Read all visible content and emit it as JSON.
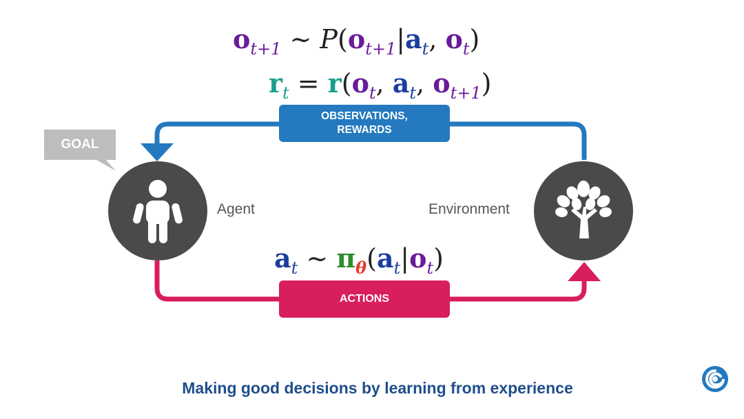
{
  "colors": {
    "observation": "#2479bf",
    "action": "#d81e5b",
    "node": "#4a4a4a",
    "goal": "#bdbdbd",
    "obs_var": "#6a1b9a",
    "act_var": "#1a3e9e",
    "rew_var": "#1a9e8e",
    "theta": "#e53935",
    "pi": "#2e8b2e",
    "caption": "#1f4e8c"
  },
  "formulas": {
    "transition": {
      "o": "o",
      "sub_t1": "t+1",
      "sim": "∼",
      "P": "P",
      "lparen": "(",
      "bar": "|",
      "a": "a",
      "sub_t": "t",
      "comma": ",",
      "rparen": ")"
    },
    "reward": {
      "r": "r",
      "sub_t": "t",
      "eq": "=",
      "lparen": "(",
      "o": "o",
      "a": "a",
      "sub_t1": "t+1",
      "comma": ",",
      "rparen": ")"
    },
    "policy": {
      "a": "a",
      "sub_t": "t",
      "sim": "∼",
      "pi": "π",
      "theta": "θ",
      "lparen": "(",
      "bar": "|",
      "o": "o",
      "rparen": ")"
    }
  },
  "labels": {
    "observations_line1": "OBSERVATIONS,",
    "observations_line2": "REWARDS",
    "actions": "ACTIONS",
    "goal": "GOAL",
    "agent": "Agent",
    "environment": "Environment"
  },
  "icons": {
    "agent": "person-icon",
    "environment": "tree-icon",
    "logo": "swirl-logo-icon"
  },
  "caption": "Making good decisions by learning from experience"
}
